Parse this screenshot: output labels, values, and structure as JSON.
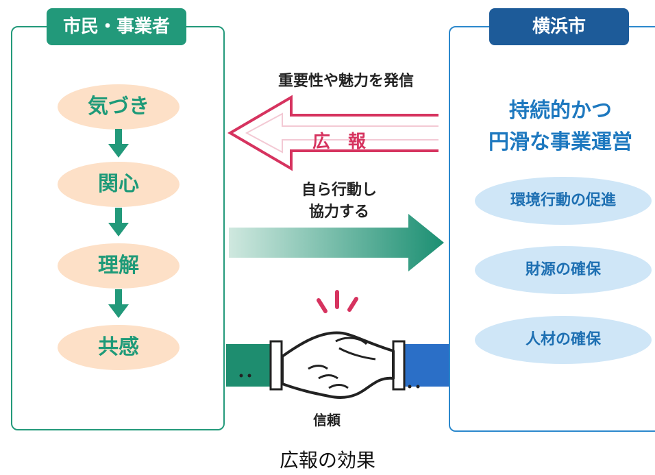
{
  "left": {
    "title": "市民・事業者",
    "steps": [
      "気づき",
      "関心",
      "理解",
      "共感"
    ]
  },
  "right": {
    "title": "横浜市",
    "goal_line1": "持続的かつ",
    "goal_line2": "円滑な事業運営",
    "items": [
      "環境行動の促進",
      "財源の確保",
      "人材の確保"
    ]
  },
  "middle": {
    "pr_caption": "重要性や魅力を発信",
    "pr_label": "広　報",
    "action_line1": "自ら行動し",
    "action_line2": "協力する",
    "trust_label": "信頼"
  },
  "caption": "広報の効果",
  "colors": {
    "green": "#22997a",
    "peach": "#fde0c7",
    "navy": "#1d5b99",
    "blue": "#2b88cc",
    "light_blue": "#cfe6f7",
    "pink": "#d6335f"
  }
}
